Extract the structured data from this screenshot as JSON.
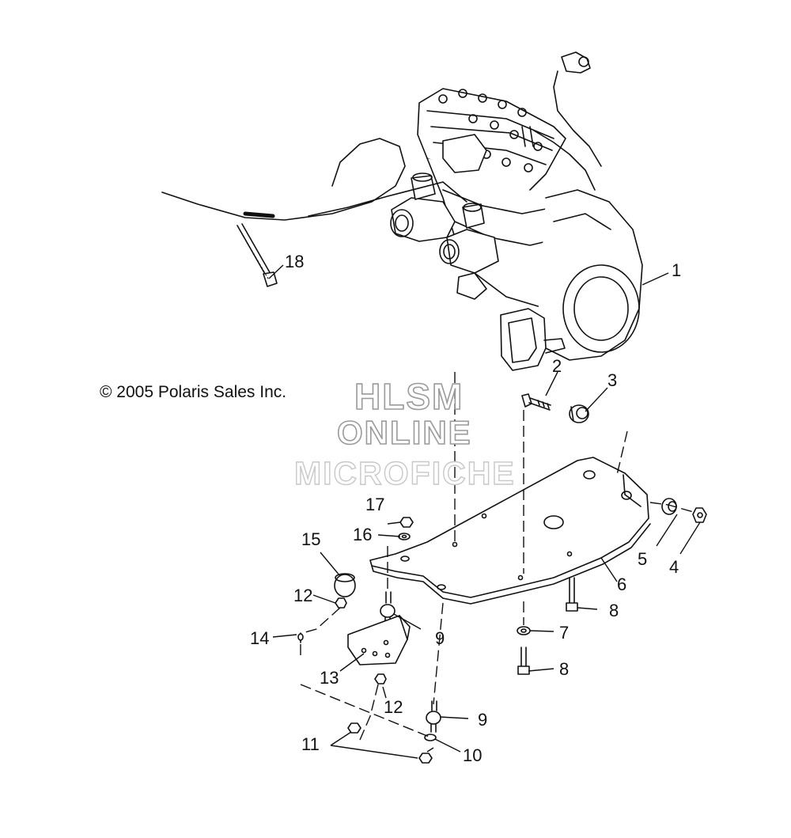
{
  "copyright": "© 2005 Polaris Sales Inc.",
  "watermark": {
    "line1": "HLSM",
    "line2": "ONLINE",
    "line3": "MICROFICHE"
  },
  "callouts": {
    "c1": "1",
    "c2": "2",
    "c3": "3",
    "c4": "4",
    "c5": "5",
    "c6": "6",
    "c7": "7",
    "c8a": "8",
    "c8b": "8",
    "c9a": "9",
    "c9b": "9",
    "c10": "10",
    "c11": "11",
    "c12a": "12",
    "c12b": "12",
    "c13": "13",
    "c14": "14",
    "c15": "15",
    "c16": "16",
    "c17": "17",
    "c18": "18"
  }
}
